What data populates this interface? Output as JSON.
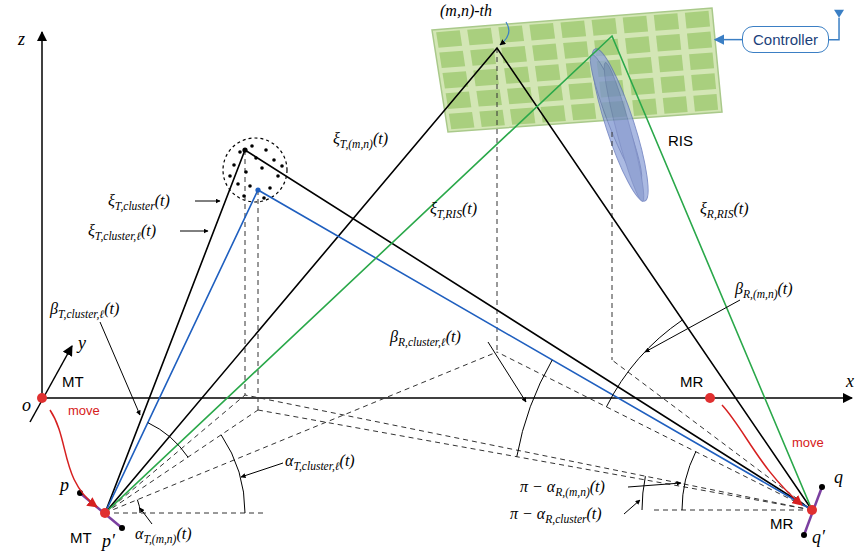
{
  "diagram": {
    "nodes": [
      {
        "text": [
          "Controller"
        ]
      },
      {
        "text": [
          "RIS"
        ]
      }
    ],
    "edges": [
      {
        "from": 0,
        "to": 1,
        "arrow": "to"
      }
    ],
    "labels": [
      "z",
      "y",
      "x",
      "o",
      "MT",
      "move",
      "MT",
      "p",
      "p′",
      "MR",
      "move",
      "MR",
      "q",
      "q′",
      "(m,n)-th",
      "ξT,(m,n)(t)",
      "ξT,cluster(t)",
      "ξT,cluster,ℓ(t)",
      "ξT,RIS(t)",
      "ξR,RIS(t)",
      "βR,(m,n)(t)",
      "βT,cluster,ℓ(t)",
      "βR,cluster,ℓ(t)",
      "αT,cluster,ℓ(t)",
      "αT,(m,n)(t)",
      "π − αR,(m,n)(t)",
      "π − αR,cluster(t)"
    ]
  }
}
